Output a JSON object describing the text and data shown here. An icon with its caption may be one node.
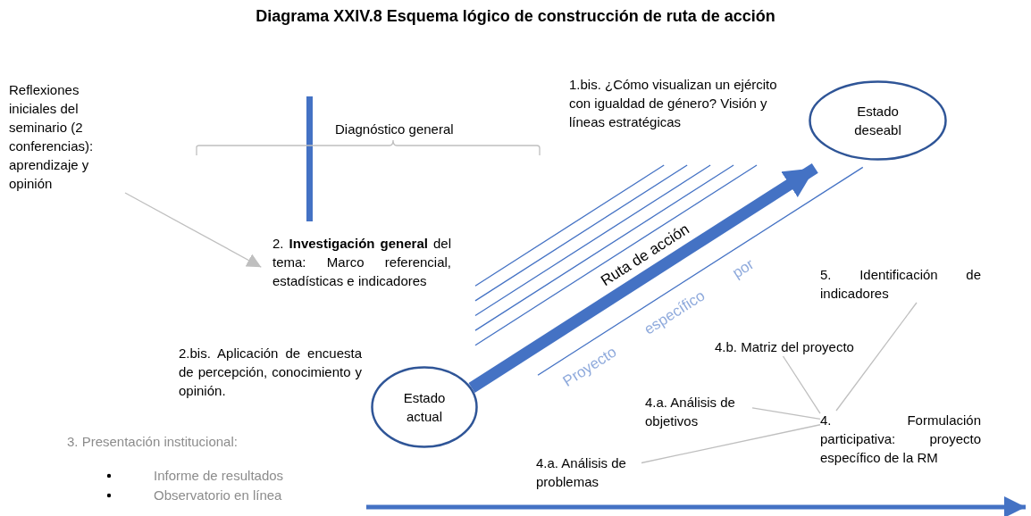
{
  "diagram": {
    "title": "Diagrama XXIV.8 Esquema lógico de construcción de ruta de acción",
    "nodes": [
      {
        "text": [
          "Reflexiones iniciales del seminario (2 conferencias): aprendizaje y opinión"
        ]
      },
      {
        "text": [
          "2. **Investigación general** del tema: Marco referencial, estadísticas e indicadores"
        ]
      },
      {
        "text": [
          "2.bis. Aplicación de encuesta de percepción, conocimiento y opinión."
        ]
      },
      {
        "text": [
          "Estado actual"
        ]
      },
      {
        "text": [
          "1.bis. ¿Cómo visualizan un ejército con igualdad de género? Visión y líneas estratégicas"
        ]
      },
      {
        "text": [
          "Estado deseabl"
        ]
      },
      {
        "text": [
          "5. Identificación de indicadores"
        ]
      },
      {
        "text": [
          "4.b. Matriz del proyecto"
        ]
      },
      {
        "text": [
          "4.a. Análisis de objetivos"
        ]
      },
      {
        "text": [
          "4. Formulación participativa: proyecto específico de la RM"
        ]
      },
      {
        "text": [
          "4.a. Análisis de problemas"
        ]
      }
    ],
    "edges": [
      {
        "from": 0,
        "to": 1,
        "arrow": "to"
      },
      {
        "from": 3,
        "to": 5,
        "arrow": "to",
        "label": "Ruta de acción",
        "style": "thick",
        "color": "#4472c4"
      },
      {
        "from": 10,
        "to": 9,
        "arrow": "none"
      },
      {
        "from": 8,
        "to": 9,
        "arrow": "none"
      },
      {
        "from": 7,
        "to": 9,
        "arrow": "none"
      },
      {
        "from": 6,
        "to": 9,
        "arrow": "none"
      }
    ],
    "labels": [
      "Diagnóstico general",
      "Proyecto específico por",
      "3. Presentación institucional:",
      "Informe de resultados",
      "Observatorio en línea"
    ]
  }
}
